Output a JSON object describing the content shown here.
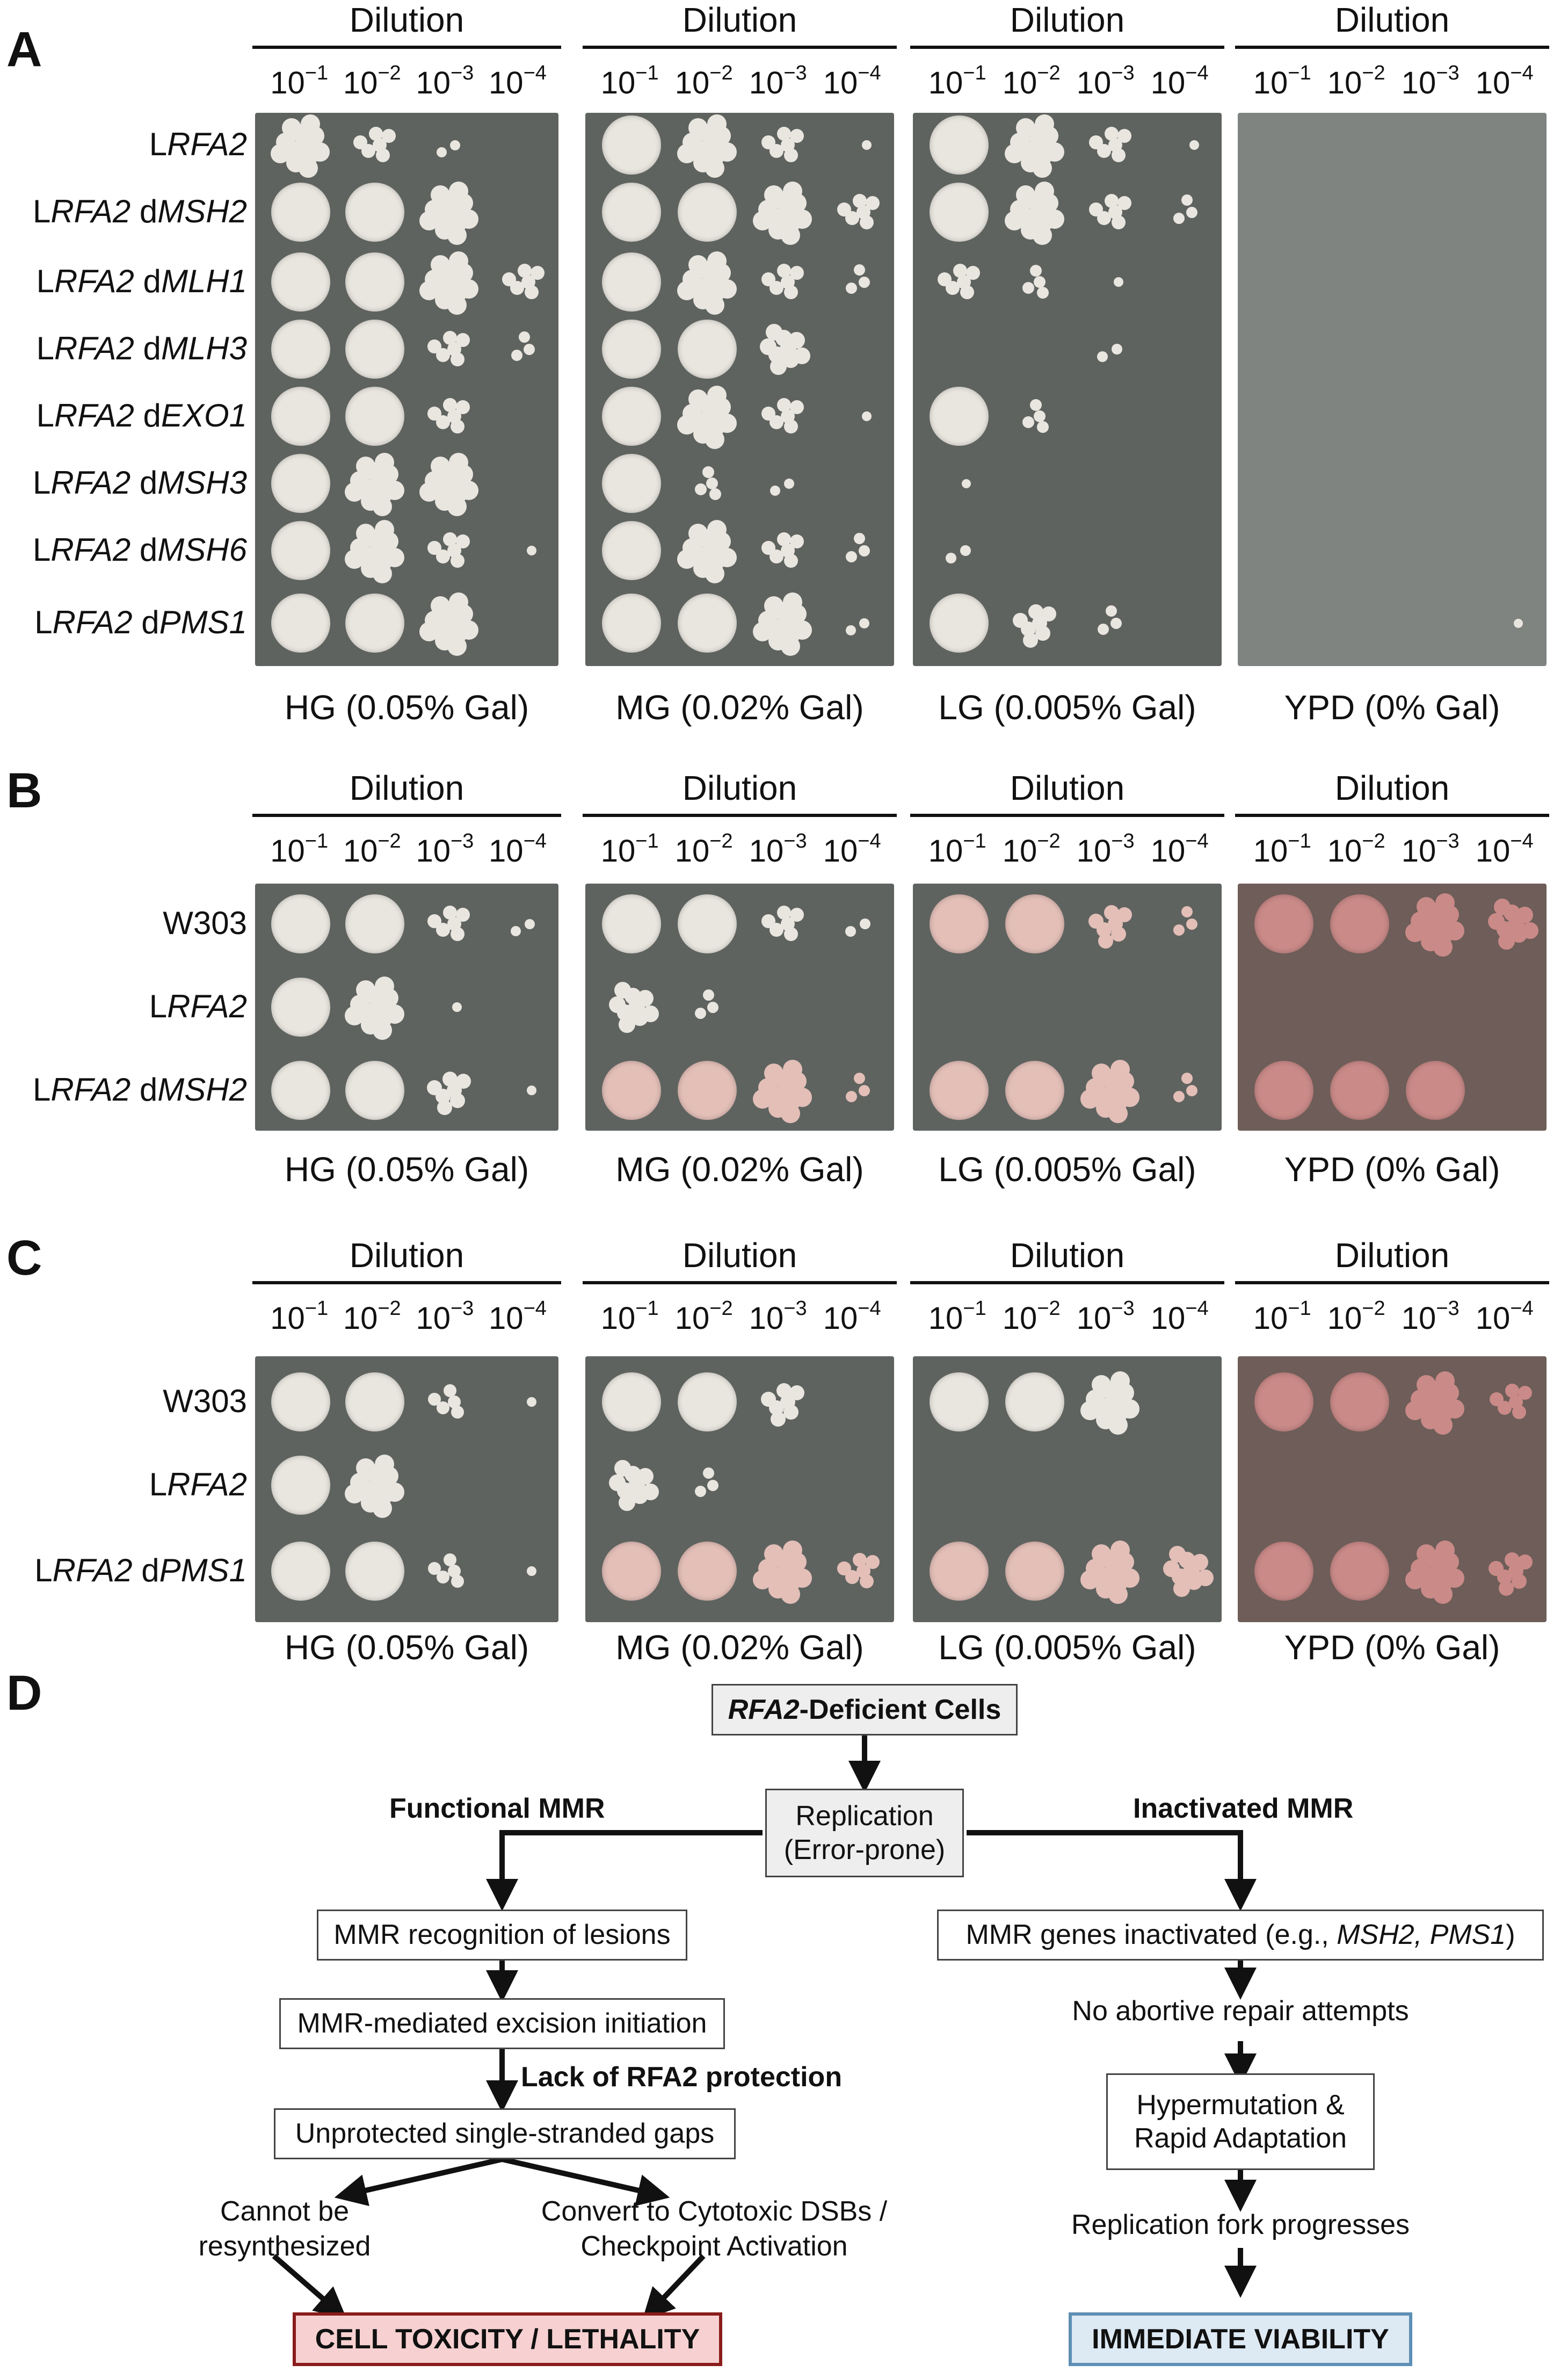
{
  "panels": {
    "A": {
      "letter": "A"
    },
    "B": {
      "letter": "B"
    },
    "C": {
      "letter": "C"
    },
    "D": {
      "letter": "D"
    }
  },
  "dilution_title": "Dilution",
  "ticks": {
    "base": "10",
    "exponents": [
      "−1",
      "−2",
      "−3",
      "−4"
    ]
  },
  "conditions": [
    "HG (0.05% Gal)",
    "MG (0.02% Gal)",
    "LG (0.005% Gal)",
    "YPD (0% Gal)"
  ],
  "strains_A": [
    {
      "prefix": "L",
      "gene": "RFA2",
      "mid": "",
      "del": ""
    },
    {
      "prefix": "L",
      "gene": "RFA2",
      "mid": " d",
      "del": "MSH2"
    },
    {
      "prefix": "L",
      "gene": "RFA2",
      "mid": " d",
      "del": "MLH1"
    },
    {
      "prefix": "L",
      "gene": "RFA2",
      "mid": " d",
      "del": "MLH3"
    },
    {
      "prefix": "L",
      "gene": "RFA2",
      "mid": " d",
      "del": "EXO1"
    },
    {
      "prefix": "L",
      "gene": "RFA2",
      "mid": " d",
      "del": "MSH3"
    },
    {
      "prefix": "L",
      "gene": "RFA2",
      "mid": " d",
      "del": "MSH6"
    },
    {
      "prefix": "L",
      "gene": "RFA2",
      "mid": " d",
      "del": "PMS1"
    }
  ],
  "strains_B": [
    {
      "plain": "W303"
    },
    {
      "prefix": "L",
      "gene": "RFA2",
      "mid": "",
      "del": ""
    },
    {
      "prefix": "L",
      "gene": "RFA2",
      "mid": " d",
      "del": "MSH2"
    }
  ],
  "strains_C": [
    {
      "plain": "W303"
    },
    {
      "prefix": "L",
      "gene": "RFA2",
      "mid": "",
      "del": ""
    },
    {
      "prefix": "L",
      "gene": "RFA2",
      "mid": " d",
      "del": "PMS1"
    }
  ],
  "colors": {
    "plate_gal": "#5f6360",
    "plate_ypd_A": "#7f8480",
    "plate_ypd_BC": "#6e5d58",
    "colony_white": "#e9e6df",
    "colony_pink": "#e3bfb8",
    "colony_red": "#c98a88",
    "toxicity_border": "#8a1c1c",
    "viability_border": "#5e8fb5"
  },
  "diagram": {
    "top_gene": "RFA2",
    "top_rest": "-Deficient Cells",
    "replication_line1": "Replication",
    "replication_line2": "(Error-prone)",
    "functional_mmr": "Functional MMR",
    "inactivated_mmr": "Inactivated MMR",
    "left_box1": "MMR recognition of lesions",
    "left_box2": "MMR-mediated excision initiation",
    "lack_protection": "Lack of RFA2 protection",
    "left_box3": "Unprotected single-stranded gaps",
    "cannot_line1": "Cannot be",
    "cannot_line2": "resynthesized",
    "convert_line1": "Convert to Cytotoxic DSBs /",
    "convert_line2": "Checkpoint Activation",
    "toxicity": "CELL TOXICITY / LETHALITY",
    "right_box1_pre": "MMR genes inactivated (e.g., ",
    "right_box1_genes": "MSH2, PMS1",
    "right_box1_post": ")",
    "no_abortive": "No abortive repair attempts",
    "hyper_line1": "Hypermutation &",
    "hyper_line2": "Rapid Adaptation",
    "fork": "Replication fork progresses",
    "viability": "IMMEDIATE VIABILITY"
  }
}
